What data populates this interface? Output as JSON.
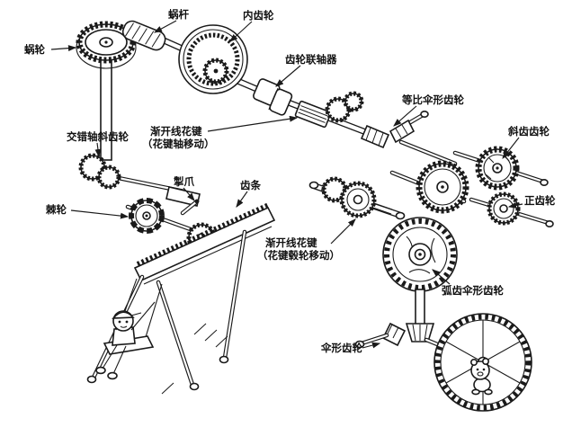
{
  "diagram": {
    "labels": {
      "worm": "蜗杆",
      "internal_gear": "内齿轮",
      "worm_wheel": "蜗轮",
      "gear_coupling": "齿轮联轴器",
      "miter_bevel_gear": "等比伞形齿轮",
      "helical_gear": "斜齿齿轮",
      "crossed_helical_gear": "交错轴斜齿轮",
      "involute_spline_shaft_line1": "渐开线花键",
      "involute_spline_shaft_line2": "（花键轴移动）",
      "pawl": "掣爪",
      "rack": "齿条",
      "spur_gear": "正齿轮",
      "ratchet_wheel": "棘轮",
      "involute_spline_hub_line1": "渐开线花键",
      "involute_spline_hub_line2": "（花键毂轮移动）",
      "spiral_bevel_gear": "弧齿伞形齿轮",
      "bevel_gear": "伞形齿轮"
    },
    "colors": {
      "line": "#1a1a1a",
      "background": "#ffffff"
    }
  }
}
